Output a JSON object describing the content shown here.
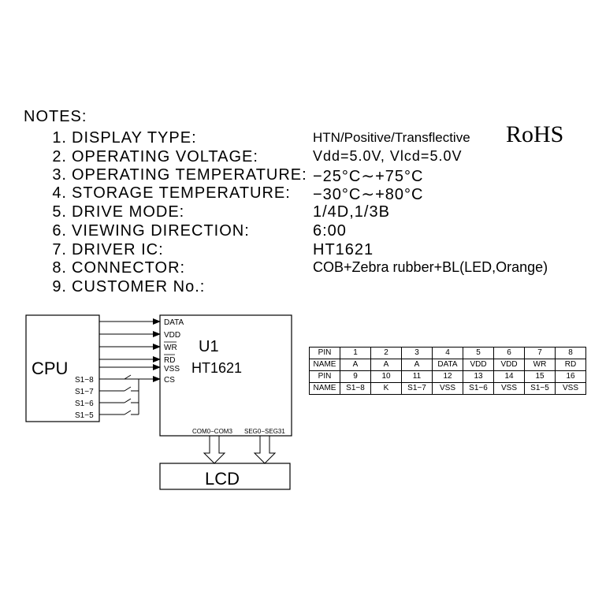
{
  "notes": {
    "title": "NOTES:",
    "items": [
      {
        "num": "1.",
        "label": "DISPLAY TYPE:",
        "value": "HTN/Positive/Transflective"
      },
      {
        "num": "2.",
        "label": "OPERATING VOLTAGE:",
        "value": "Vdd=5.0V, Vlcd=5.0V"
      },
      {
        "num": "3.",
        "label": "OPERATING TEMPERATURE:",
        "value": "−25°C∼+75°C"
      },
      {
        "num": "4.",
        "label": "STORAGE TEMPERATURE:",
        "value": "−30°C∼+80°C"
      },
      {
        "num": "5.",
        "label": "DRIVE MODE:",
        "value": "1/4D,1/3B"
      },
      {
        "num": "6.",
        "label": "VIEWING DIRECTION:",
        "value": "6:00"
      },
      {
        "num": "7.",
        "label": "DRIVER IC:",
        "value": "HT1621"
      },
      {
        "num": "8.",
        "label": "CONNECTOR:",
        "value": "COB+Zebra rubber+BL(LED,Orange)"
      },
      {
        "num": "9.",
        "label": "CUSTOMER No.:",
        "value": ""
      }
    ],
    "rohs": "RoHS"
  },
  "diagram": {
    "cpu_label": "CPU",
    "chip_ref": "U1",
    "chip_name": "HT1621",
    "chip_pins": [
      "DATA",
      "VDD",
      "WR",
      "RD",
      "VSS",
      "CS"
    ],
    "switch_labels": [
      "S1−8",
      "S1−7",
      "S1−6",
      "S1−5"
    ],
    "com_label": "COM0−COM3",
    "seg_label": "SEG0−SEG31",
    "lcd_label": "LCD"
  },
  "pin_table": {
    "rows": [
      [
        "PIN",
        "1",
        "2",
        "3",
        "4",
        "5",
        "6",
        "7",
        "8"
      ],
      [
        "NAME",
        "A",
        "A",
        "A",
        "DATA",
        "VDD",
        "VDD",
        "WR",
        "RD"
      ],
      [
        "PIN",
        "9",
        "10",
        "11",
        "12",
        "13",
        "14",
        "15",
        "16"
      ],
      [
        "NAME",
        "S1−8",
        "K",
        "S1−7",
        "VSS",
        "S1−6",
        "VSS",
        "S1−5",
        "VSS"
      ]
    ]
  }
}
